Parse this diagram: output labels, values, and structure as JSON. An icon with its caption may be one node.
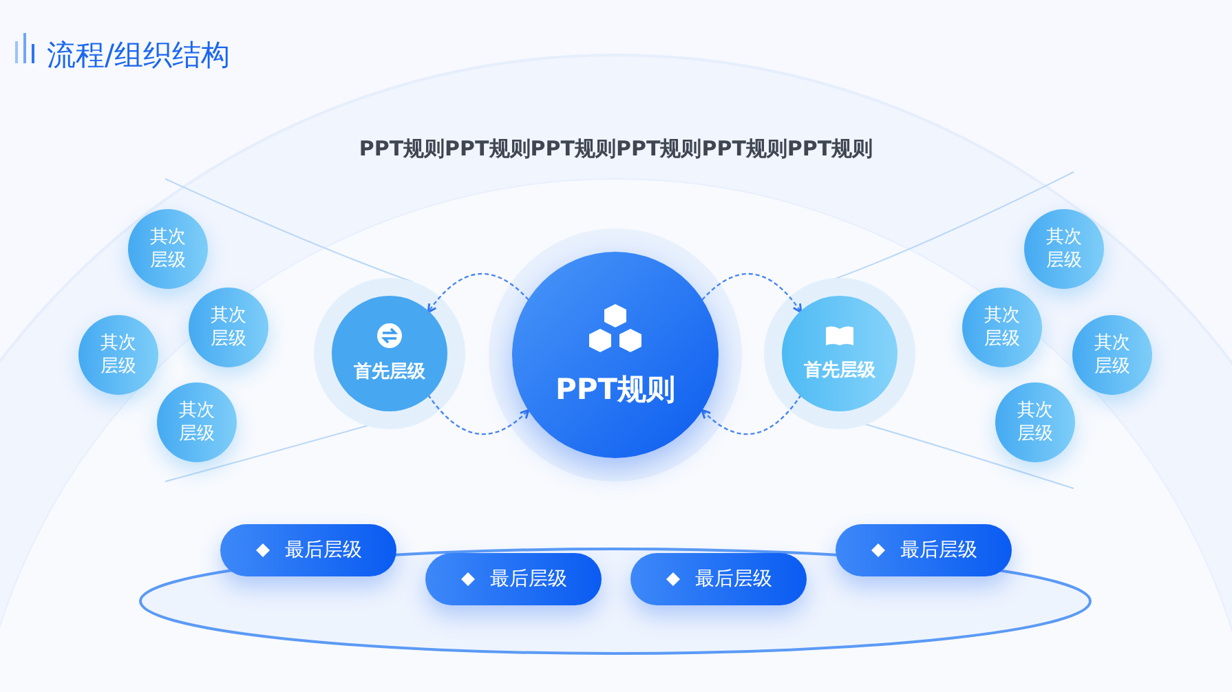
{
  "diagram": {
    "title": "流程/组织结构",
    "nodes": [
      {
        "text": [
          "PPT规则"
        ]
      },
      {
        "text": [
          "首先层级"
        ]
      },
      {
        "text": [
          "首先层级"
        ]
      },
      {
        "text": [
          "其次**层级**"
        ]
      },
      {
        "text": [
          "其次**层级**"
        ]
      },
      {
        "text": [
          "其次**层级**"
        ]
      },
      {
        "text": [
          "其次**层级**"
        ]
      },
      {
        "text": [
          "其次**层级**"
        ]
      },
      {
        "text": [
          "其次**层级**"
        ]
      },
      {
        "text": [
          "其次**层级**"
        ]
      },
      {
        "text": [
          "其次**层级**"
        ]
      },
      {
        "text": [
          "最后**层级**"
        ]
      },
      {
        "text": [
          "最后**层级**"
        ]
      },
      {
        "text": [
          "最后**层级**"
        ]
      },
      {
        "text": [
          "最后**层级**"
        ]
      }
    ],
    "edges": [
      {
        "from": 0,
        "to": 1,
        "arrow": "to",
        "style": "dashed"
      },
      {
        "from": 1,
        "to": 0,
        "arrow": "to",
        "style": "dashed"
      },
      {
        "from": 0,
        "to": 2,
        "arrow": "to",
        "style": "dashed"
      },
      {
        "from": 2,
        "to": 0,
        "arrow": "to",
        "style": "dashed"
      }
    ],
    "labels": [
      "PPT规则PPT规则PPT规则PPT规则PPT规则PPT规则"
    ]
  }
}
